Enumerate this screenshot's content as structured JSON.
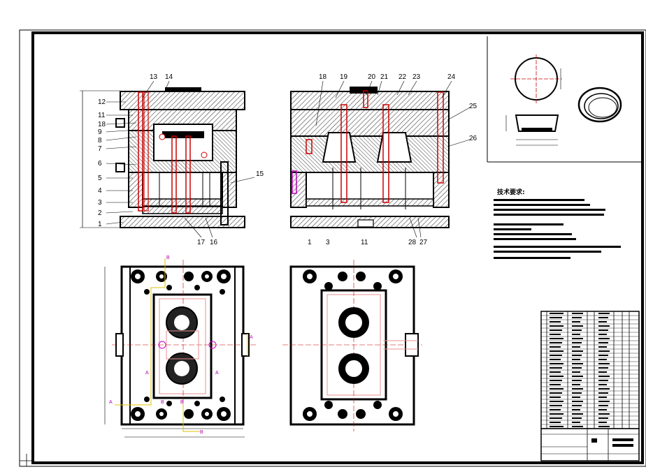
{
  "drawing": {
    "title": "",
    "front_view_left": {
      "part_labels": [
        "13",
        "14",
        "12",
        "11",
        "18",
        "9",
        "8",
        "7",
        "6",
        "5",
        "4",
        "3",
        "2",
        "1",
        "15",
        "17",
        "16"
      ]
    },
    "front_view_right": {
      "part_labels": [
        "18",
        "19",
        "20",
        "21",
        "22",
        "23",
        "24",
        "25",
        "26",
        "1",
        "3",
        "11",
        "28",
        "27"
      ]
    },
    "tech_requirements": {
      "heading": "技术要求:"
    },
    "plan_view": {
      "section_marks": [
        "B",
        "B",
        "A",
        "A",
        "A",
        "B",
        "A",
        "B"
      ]
    }
  },
  "colors": {
    "line": "#000000",
    "hatch": "#555555",
    "red": "#cc0000",
    "magenta": "#cc00cc",
    "yellow": "#e0c000",
    "pink": "#e89090"
  }
}
